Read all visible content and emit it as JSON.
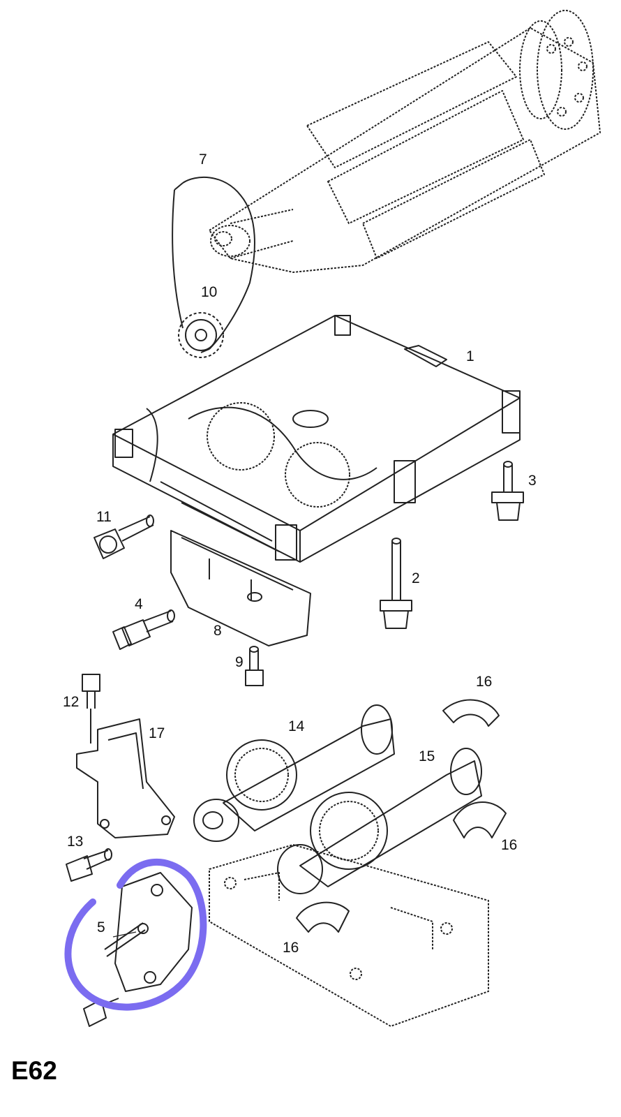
{
  "diagram": {
    "code": "E62",
    "annotation_color": "#7b6cf0",
    "line_color": "#222222",
    "callouts": {
      "c1": "1",
      "c2": "2",
      "c3": "3",
      "c4": "4",
      "c5": "5",
      "c7": "7",
      "c8": "8",
      "c9": "9",
      "c10": "10",
      "c11": "11",
      "c12": "12",
      "c13": "13",
      "c14": "14",
      "c15": "15",
      "c16a": "16",
      "c16b": "16",
      "c16c": "16",
      "c17": "17"
    }
  }
}
